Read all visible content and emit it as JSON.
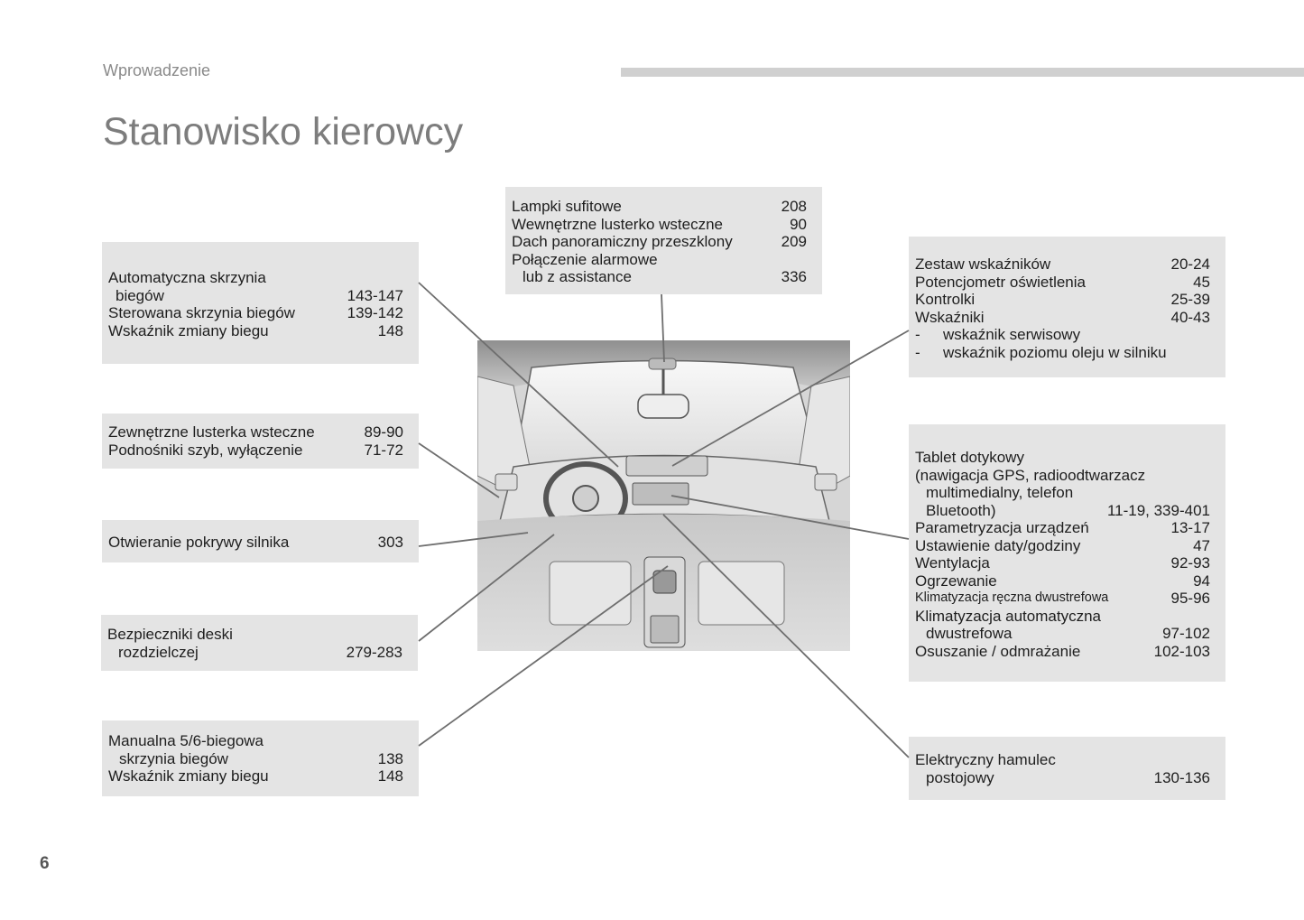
{
  "header": {
    "section": "Wprowadzenie"
  },
  "title": "Stanowisko kierowcy",
  "page_number": "6",
  "boxes": {
    "gearbox_auto": {
      "rows": [
        {
          "text": "Automatyczna skrzynia",
          "page": ""
        },
        {
          "text": "biegów",
          "page": "143-147"
        },
        {
          "text": "Sterowana skrzynia biegów",
          "page": "139-142"
        },
        {
          "text": "Wskaźnik zmiany biegu",
          "page": "148"
        }
      ]
    },
    "mirrors": {
      "rows": [
        {
          "text": "Zewnętrzne lusterka wsteczne",
          "page": "89-90"
        },
        {
          "text": "Podnośniki szyb, wyłączenie",
          "page": "71-72"
        }
      ]
    },
    "bonnet": {
      "rows": [
        {
          "text": "Otwieranie pokrywy silnika",
          "page": "303"
        }
      ]
    },
    "fuses": {
      "rows": [
        {
          "text": "Bezpieczniki deski",
          "page": ""
        },
        {
          "text": "rozdzielczej",
          "page": "279-283"
        }
      ]
    },
    "gearbox_manual": {
      "rows": [
        {
          "text": "Manualna 5/6-biegowa",
          "page": ""
        },
        {
          "text": "skrzynia biegów",
          "page": "138"
        },
        {
          "text": "Wskaźnik zmiany biegu",
          "page": "148"
        }
      ]
    },
    "roof": {
      "rows": [
        {
          "text": "Lampki sufitowe",
          "page": "208"
        },
        {
          "text": "Wewnętrzne lusterko wsteczne",
          "page": "90"
        },
        {
          "text": "Dach panoramiczny przeszklony",
          "page": "209"
        },
        {
          "text": "Połączenie alarmowe",
          "page": ""
        },
        {
          "text": "lub z assistance",
          "page": "336"
        }
      ]
    },
    "instruments": {
      "rows": [
        {
          "text": "Zestaw wskaźników",
          "page": "20-24"
        },
        {
          "text": "Potencjometr oświetlenia",
          "page": "45"
        },
        {
          "text": "Kontrolki",
          "page": "25-39"
        },
        {
          "text": "Wskaźniki",
          "page": "40-43"
        },
        {
          "text": "wskaźnik serwisowy",
          "page": ""
        },
        {
          "text": "wskaźnik poziomu oleju w silniku",
          "page": ""
        }
      ]
    },
    "tablet": {
      "rows": [
        {
          "text": "Tablet dotykowy",
          "page": ""
        },
        {
          "text": "(nawigacja GPS, radioodtwarzacz",
          "page": ""
        },
        {
          "text": "multimedialny, telefon",
          "page": ""
        },
        {
          "text": "Bluetooth)",
          "page": "11-19, 339-401"
        },
        {
          "text": "Parametryzacja urządzeń",
          "page": "13-17"
        },
        {
          "text": "Ustawienie daty/godziny",
          "page": "47"
        },
        {
          "text": "Wentylacja",
          "page": "92-93"
        },
        {
          "text": "Ogrzewanie",
          "page": "94"
        },
        {
          "text": "Klimatyzacja ręczna dwustrefowa",
          "page": "95-96"
        },
        {
          "text": "Klimatyzacja automatyczna",
          "page": ""
        },
        {
          "text": "dwustrefowa",
          "page": "97-102"
        },
        {
          "text": "Osuszanie / odmrażanie",
          "page": "102-103"
        }
      ]
    },
    "parking_brake": {
      "rows": [
        {
          "text": "Elektryczny hamulec",
          "page": ""
        },
        {
          "text": "postojowy",
          "page": "130-136"
        }
      ]
    }
  }
}
